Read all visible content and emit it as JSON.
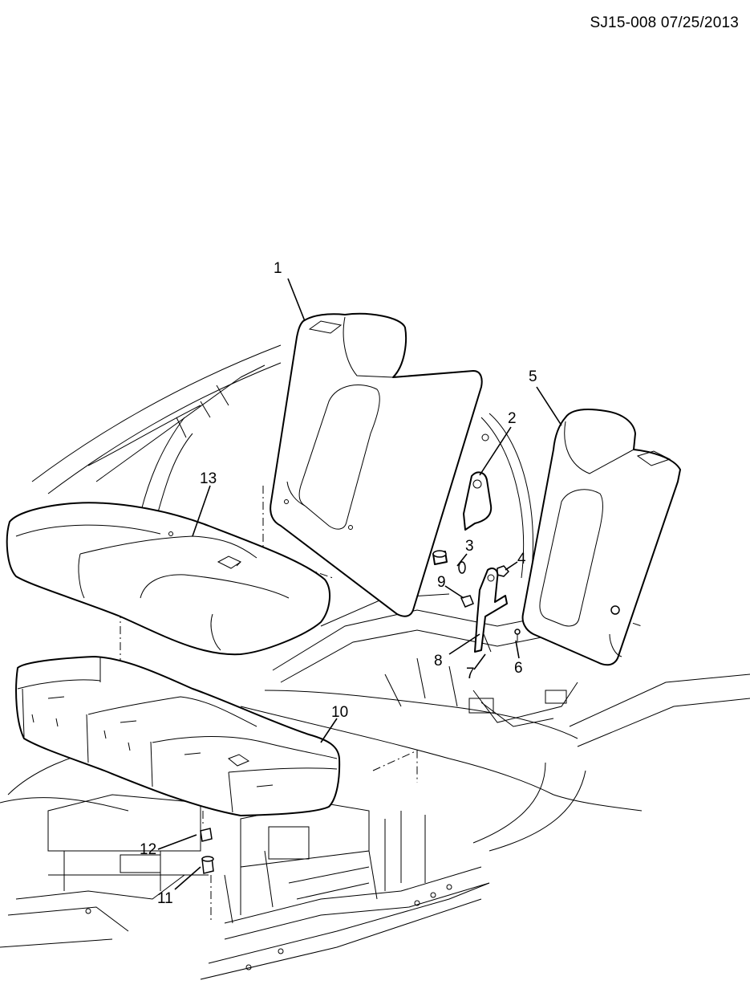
{
  "header": {
    "ref": "SJ15-008 07/25/2013"
  },
  "callouts": [
    "1",
    "2",
    "3",
    "4",
    "5",
    "6",
    "7",
    "8",
    "9",
    "10",
    "11",
    "12",
    "13"
  ],
  "icons": [
    "seat-back-left-icon",
    "seat-back-right-icon",
    "seat-cushion-icon",
    "seat-frame-icon",
    "bracket-icon",
    "floor-pan-icon"
  ]
}
